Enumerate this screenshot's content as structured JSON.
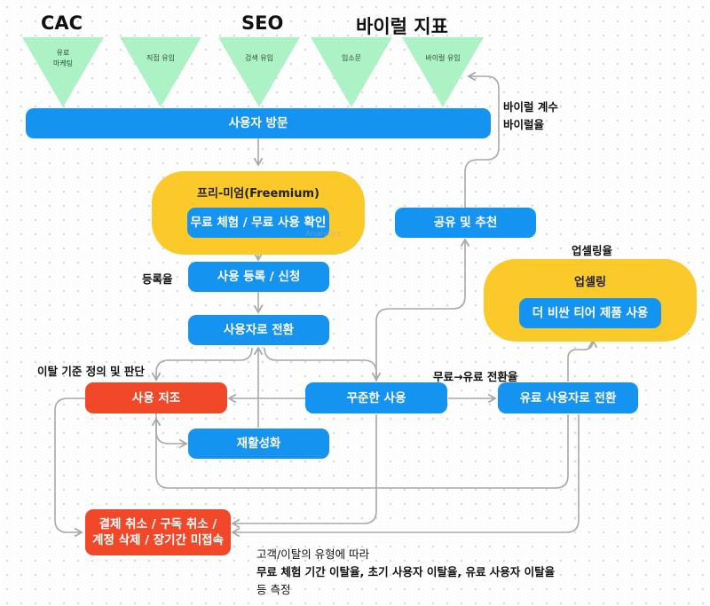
{
  "headings": {
    "cac": "CAC",
    "seo": "SEO",
    "viral": "바이럴 지표"
  },
  "funnels": [
    {
      "label": "유료\n마케팅"
    },
    {
      "label": "직접 유입"
    },
    {
      "label": "검색 유입"
    },
    {
      "label": "입소문"
    },
    {
      "label": "바이럴 유입"
    }
  ],
  "nodes": {
    "user_visit": "사용자 방문",
    "freemium_title": "프리-미엄(Freemium)",
    "free_trial": "무료 체험 / 무료 사용 확인",
    "signup": "사용 등록 / 신청",
    "convert_user": "사용자로 전환",
    "share": "공유 및 추천",
    "upsell_title": "업셀링",
    "upsell_box": "더 비싼 티어 제품 사용",
    "low_usage": "사용 저조",
    "steady_use": "꾸준한 사용",
    "paid_convert": "유료 사용자로 전환",
    "reactivate": "재활성화",
    "cancel_line1": "결제 취소 / 구독 취소 /",
    "cancel_line2": "계정 삭제 / 장기간 미접속"
  },
  "annotations": {
    "viral_coef": "바이럴 계수",
    "viral_rate": "바이럴율",
    "upsell_rate": "업셀링율",
    "signup_rate": "등록율",
    "churn_def": "이탈 기준 정의 및 판단",
    "free_to_paid": "무료→유료 전환율",
    "churn_type": "고객/이탈의 유형에 따라",
    "churn_metrics": "무료 체험 기간 이탈율, 초기 사용자 이탈율, 유료 사용자 이탈율",
    "measure": "등 측정"
  },
  "watermark": "Analytics",
  "colors": {
    "funnel": "#adf2c5",
    "blue": "#1593f1",
    "red": "#f1482a",
    "yellow": "#fbca2a",
    "arrow": "#a8a8a8"
  }
}
